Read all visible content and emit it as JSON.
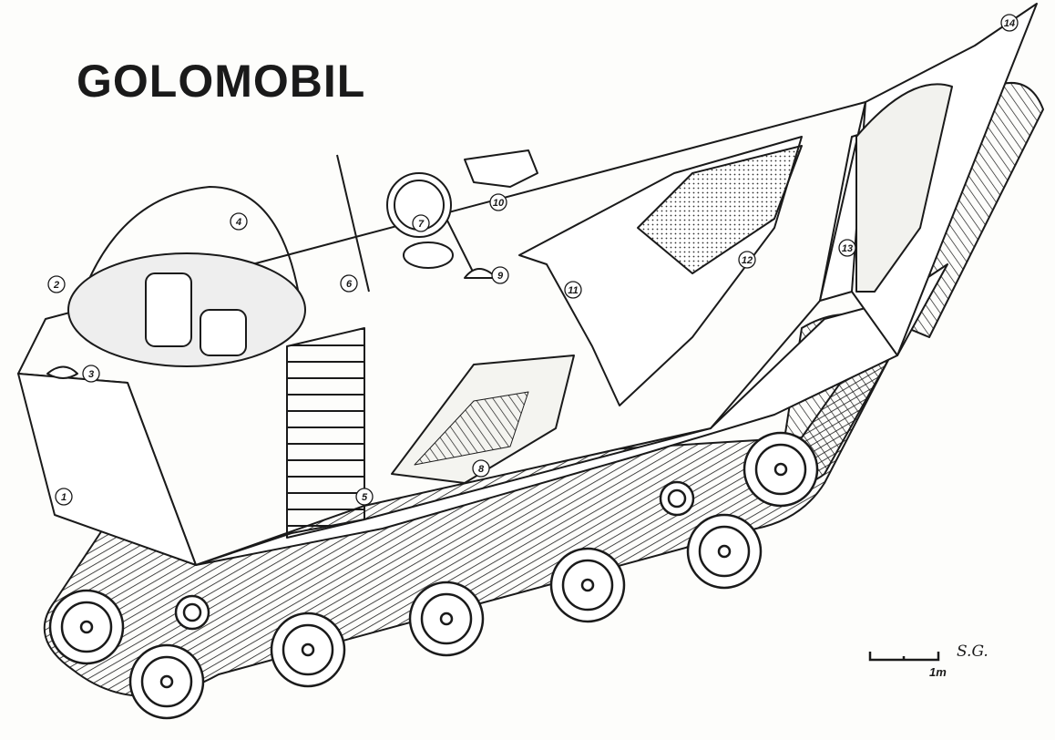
{
  "title": "GOLOMOBIL",
  "callouts": [
    "1",
    "2",
    "3",
    "4",
    "5",
    "6",
    "7",
    "8",
    "9",
    "10",
    "11",
    "12",
    "13",
    "14"
  ],
  "scale": {
    "label": "1m"
  },
  "signature": "S.G.",
  "colors": {
    "ink": "#1a1a1a",
    "paper": "#fdfdfb",
    "stipple": "#b9b9b0"
  }
}
